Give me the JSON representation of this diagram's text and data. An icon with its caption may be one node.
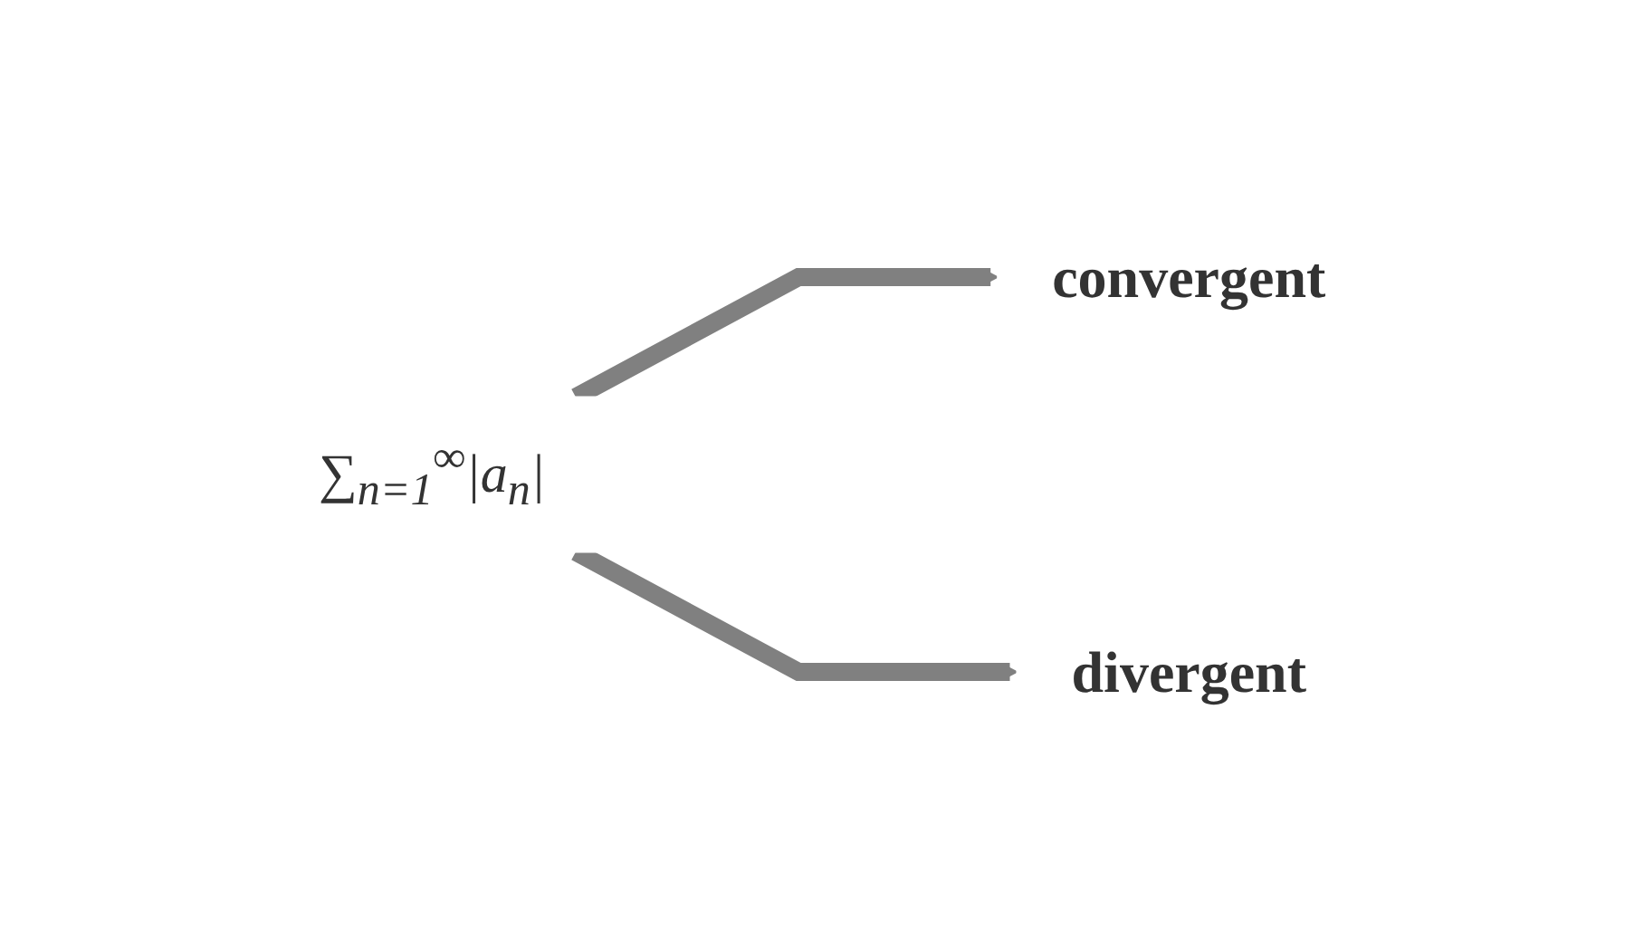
{
  "diagram": {
    "nodes": [
      {
        "text": [
          "∑$_{n=1}$$^{∞}$|a$_{n}$|"
        ]
      },
      {
        "text": [
          "convergent"
        ]
      },
      {
        "text": [
          "divergent"
        ]
      }
    ],
    "edges": [
      {
        "from": 0,
        "to": 1,
        "arrow": "to"
      },
      {
        "from": 0,
        "to": 2,
        "arrow": "to"
      }
    ]
  }
}
